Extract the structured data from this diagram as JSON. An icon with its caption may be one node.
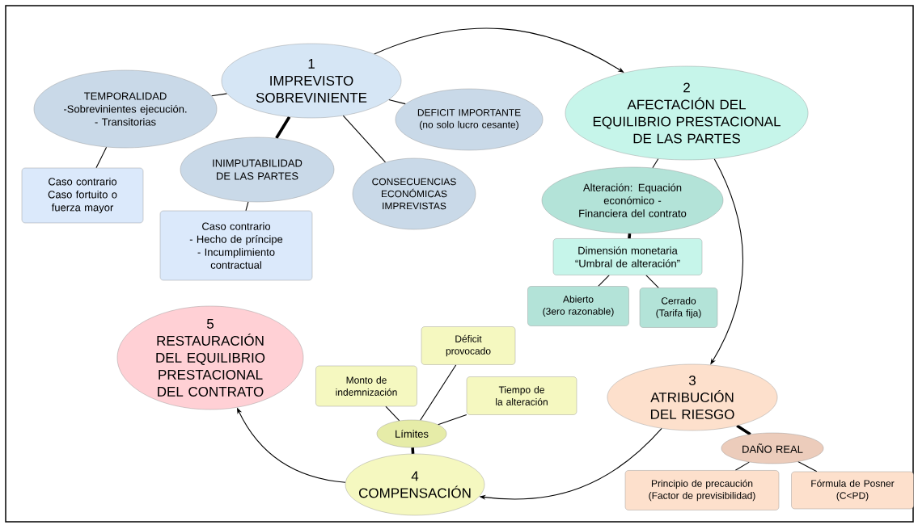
{
  "diagram": {
    "nodes": [
      {
        "text": [
          "1",
          "IMPREVISTO SOBREVINIENTE"
        ]
      },
      {
        "text": [
          "TEMPORALIDAD",
          "-Sobrevinientes ejecución.",
          "- Transitorias"
        ]
      },
      {
        "text": [
          "DEFICIT IMPORTANTE",
          "(no solo lucro cesante)"
        ]
      },
      {
        "text": [
          "INIMPUTABILIDAD DE LAS PARTES"
        ]
      },
      {
        "text": [
          "Caso contrario",
          "Caso fortuito o fuerza mayor"
        ]
      },
      {
        "text": [
          "Caso contrario",
          "- Hecho de príncipe",
          "- Incumplimiento contractual"
        ]
      },
      {
        "text": [
          "CONSECUENCIAS ECONÓMICAS IMPREVISTAS"
        ]
      },
      {
        "text": [
          "2",
          "AFECTACIÓN DEL EQUILIBRIO PRESTACIONAL DE LAS PARTES"
        ]
      },
      {
        "text": [
          "Alteración: Equación económico - Financiera del contrato"
        ]
      },
      {
        "text": [
          "Dimensión monetaria",
          "“Umbral de alteración”"
        ]
      },
      {
        "text": [
          "Abierto",
          "(3ero razonable)"
        ]
      },
      {
        "text": [
          "Cerrado",
          "(Tarifa fija)"
        ]
      },
      {
        "text": [
          "5",
          "RESTAURACIÓN DEL EQUILIBRIO PRESTACIONAL DEL CONTRATO"
        ]
      },
      {
        "text": [
          "Déficit provocado"
        ]
      },
      {
        "text": [
          "Monto de indemnización"
        ]
      },
      {
        "text": [
          "Tiempo de la alteración"
        ]
      },
      {
        "text": [
          "Límites"
        ]
      },
      {
        "text": [
          "4",
          "COMPENSACIÓN"
        ]
      },
      {
        "text": [
          "3",
          "ATRIBUCIÓN DEL RIESGO"
        ]
      },
      {
        "text": [
          "DAÑO REAL"
        ]
      },
      {
        "text": [
          "Principio de precaución",
          "(Factor de previsibilidad)"
        ]
      },
      {
        "text": [
          "Fórmula de Posner",
          "(C<PD)"
        ]
      }
    ],
    "edges": [
      {
        "from": 0,
        "to": 1,
        "arrow": "none"
      },
      {
        "from": 0,
        "to": 2,
        "arrow": "none"
      },
      {
        "from": 0,
        "to": 3,
        "arrow": "none",
        "style": "thick"
      },
      {
        "from": 0,
        "to": 6,
        "arrow": "none"
      },
      {
        "from": 1,
        "to": 4,
        "arrow": "none"
      },
      {
        "from": 3,
        "to": 5,
        "arrow": "none"
      },
      {
        "from": 0,
        "to": 7,
        "arrow": "to"
      },
      {
        "from": 7,
        "to": 8,
        "arrow": "none"
      },
      {
        "from": 8,
        "to": 9,
        "arrow": "none",
        "style": "thick"
      },
      {
        "from": 9,
        "to": 10,
        "arrow": "none"
      },
      {
        "from": 9,
        "to": 11,
        "arrow": "none"
      },
      {
        "from": 7,
        "to": 18,
        "arrow": "to"
      },
      {
        "from": 18,
        "to": 19,
        "arrow": "none",
        "style": "thick"
      },
      {
        "from": 19,
        "to": 20,
        "arrow": "none"
      },
      {
        "from": 19,
        "to": 21,
        "arrow": "none"
      },
      {
        "from": 18,
        "to": 17,
        "arrow": "to"
      },
      {
        "from": 17,
        "to": 16,
        "arrow": "none",
        "style": "thick"
      },
      {
        "from": 16,
        "to": 14,
        "arrow": "none"
      },
      {
        "from": 16,
        "to": 13,
        "arrow": "none"
      },
      {
        "from": 16,
        "to": 15,
        "arrow": "none"
      },
      {
        "from": 17,
        "to": 12,
        "arrow": "to"
      }
    ]
  }
}
